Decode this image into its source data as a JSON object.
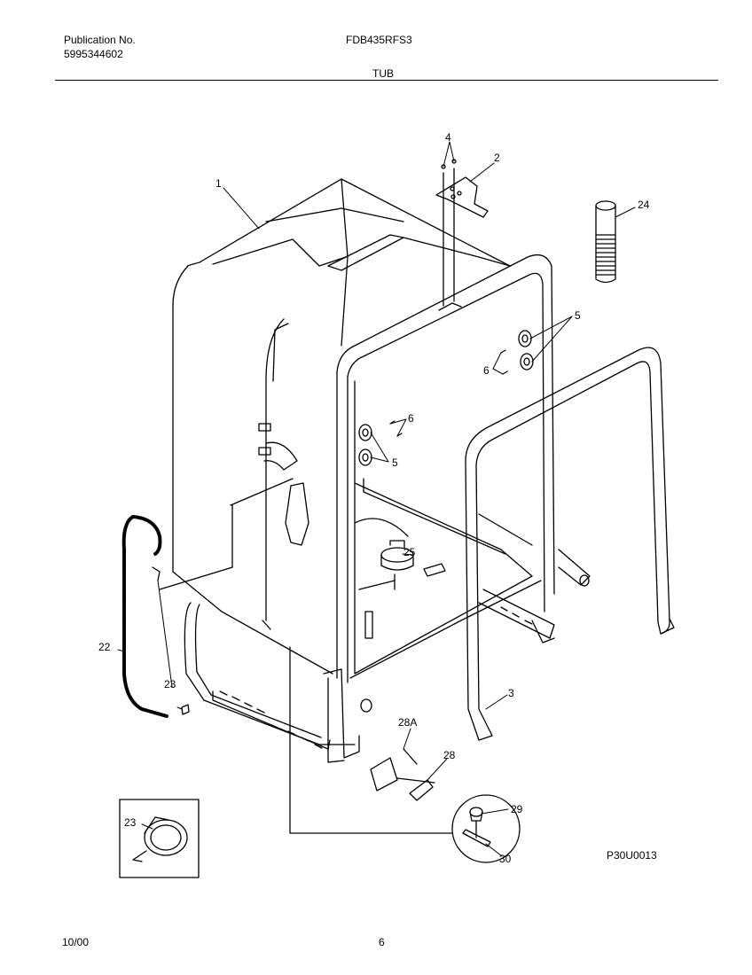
{
  "header": {
    "pub_label": "Publication No.",
    "pub_number": "5995344602",
    "model": "FDB435RFS3",
    "section": "TUB"
  },
  "diagram": {
    "callouts": {
      "p1": "1",
      "p2": "2",
      "p3": "3",
      "p4": "4",
      "p5a": "5",
      "p5b": "5",
      "p6a": "6",
      "p6b": "6",
      "p22": "22",
      "p23": "23",
      "p23inset": "23",
      "p24": "24",
      "p25": "25",
      "p28": "28",
      "p28a": "28A",
      "p29": "29",
      "p30": "30"
    },
    "figure_code": "P30U0013"
  },
  "footer": {
    "date": "10/00",
    "page": "6"
  }
}
